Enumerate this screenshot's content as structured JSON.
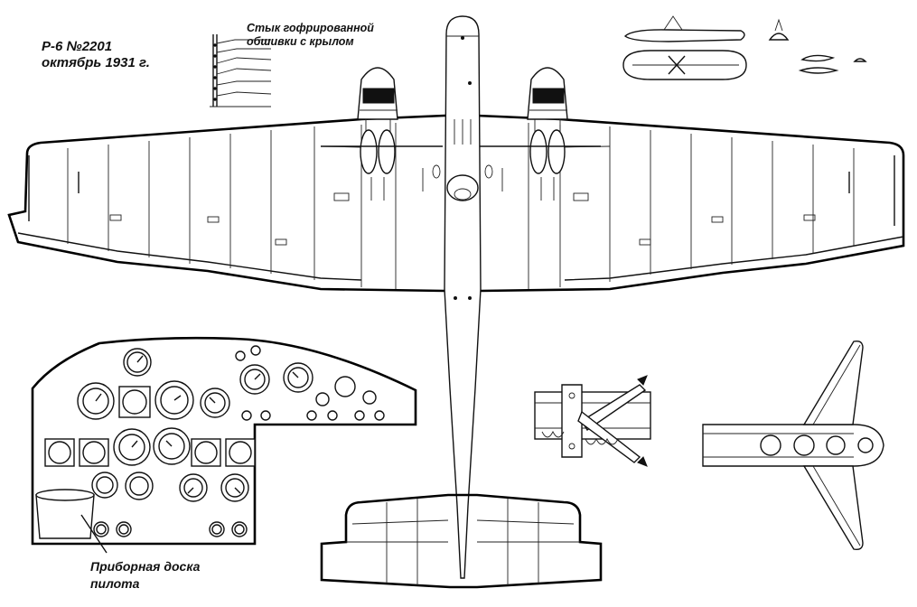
{
  "aircraft": {
    "designation": "Р-6 №2201",
    "date": "октябрь 1931 г."
  },
  "annotations": {
    "skin_joint_line1": "Стык гофрированной",
    "skin_joint_line2": "обшивки с крылом",
    "panel_caption_line1": "Приборная доска",
    "panel_caption_line2": "пилота"
  }
}
